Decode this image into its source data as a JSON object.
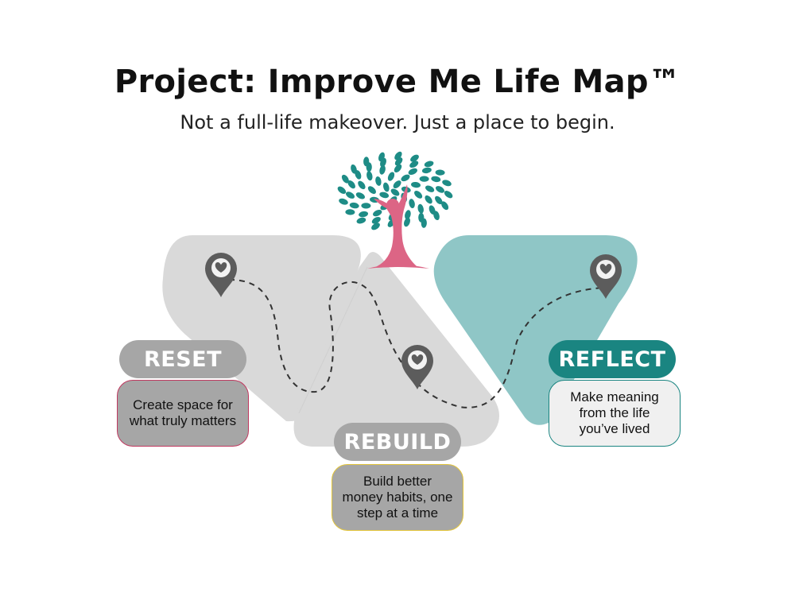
{
  "header": {
    "title": "Project: Improve Me Life Map™",
    "subtitle": "Not a full-life makeover. Just a place to begin."
  },
  "stages": [
    {
      "id": "reset",
      "label": "RESET",
      "description": "Create space for what truly matters",
      "pill_color": "#a6a6a6",
      "box_fill": "#a6a6a6",
      "box_border": "#c0385f"
    },
    {
      "id": "rebuild",
      "label": "REBUILD",
      "description": "Build better money habits, one step at a time",
      "pill_color": "#a6a6a6",
      "box_fill": "#a6a6a6",
      "box_border": "#e3c53a"
    },
    {
      "id": "reflect",
      "label": "REFLECT",
      "description": "Make meaning from the life you’ve lived",
      "pill_color": "#1a8581",
      "box_fill": "#f0f0f0",
      "box_border": "#1a8581"
    }
  ],
  "colors": {
    "gray_shape": "#d9d9d9",
    "teal_shape": "#8fc6c6",
    "pin": "#5c5c5c",
    "tree_leaves": "#1e8c86",
    "figure": "#dc6585"
  },
  "icons": [
    "location-pin-heart-icon",
    "tree-person-logo-icon"
  ]
}
